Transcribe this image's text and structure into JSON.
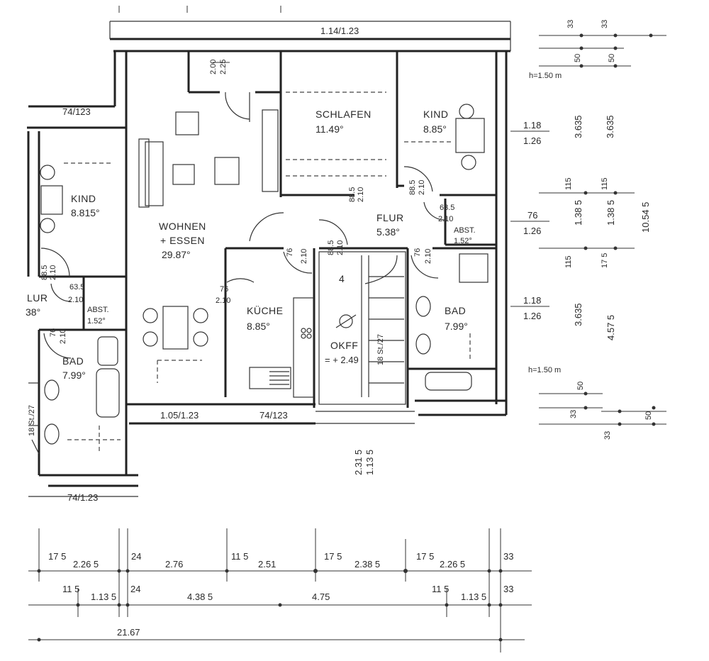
{
  "colors": {
    "ink": "#222222",
    "paper": "#ffffff"
  },
  "rooms": {
    "schlafen": {
      "name": "SCHLAFEN",
      "area": "11.49°"
    },
    "kind_top": {
      "name": "KIND",
      "area": "8.85°"
    },
    "kind_left": {
      "name": "KIND",
      "area": "8.815°"
    },
    "wohnen": {
      "name1": "WOHNEN",
      "name2": "+ ESSEN",
      "area": "29.87°"
    },
    "kueche": {
      "name": "KÜCHE",
      "area": "8.85°"
    },
    "bad_right": {
      "name": "BAD",
      "area": "7.99°"
    },
    "bad_left": {
      "name": "BAD",
      "area": "7.99°"
    },
    "flur": {
      "name": "FLUR",
      "area": "5.38°"
    },
    "flur_left": {
      "name": "LUR",
      "area": "38°"
    },
    "abst_right": {
      "name": "ABST.",
      "area": "1.52°"
    },
    "abst_left": {
      "name": "ABST.",
      "area": "1.52°"
    },
    "stair": {
      "name": "OKFF",
      "level": "= + 2.49"
    }
  },
  "labels": {
    "top_window": "1.14/1.23",
    "left_window": "74/123",
    "bottom_left_window": "74/1.23",
    "kitchen_window1": "1.05/1.23",
    "kitchen_window2": "74/123",
    "wc_door_a": "2.00",
    "wc_door_b": "2.25",
    "h_top": "h=1.50 m",
    "h_bottom": "h=1.50 m",
    "r_118a": "1.18",
    "r_126a": "1.26",
    "r_76": "76",
    "r_126b": "1.26",
    "r_118b": "1.18",
    "r_126c": "1.26",
    "v_3635a": "3.635",
    "v_3635b": "3.635",
    "v_1385a": "1.38 5",
    "v_1385b": "1.38 5",
    "v_1054": "10.54 5",
    "v_3635c": "3.635",
    "v_457": "4.57 5",
    "v_115a": "115",
    "v_115b": "115",
    "v_115c": "115",
    "v_175": "17 5",
    "v_33a": "33",
    "v_33b": "33",
    "v_50a": "50",
    "v_50b": "50",
    "v_33c": "33",
    "v_33d": "33",
    "v_50c": "50",
    "v_50d": "50",
    "door_885a": "88.5",
    "door_210a": "2.10",
    "door_885b": "88.5",
    "door_210b": "2.10",
    "door_885c": "88.5",
    "door_210c": "2.10",
    "door_885d": "88.5",
    "door_210d": "2.10",
    "door_635a": "63.5",
    "door_210e": "2.10",
    "door_635b": "63.5",
    "door_210f": "2.10",
    "door_76a": "76",
    "door_210g": "2.10",
    "door_76b": "76",
    "door_210h": "2.10",
    "door_76c": "76",
    "door_210i": "2.10",
    "door_76d": "76",
    "door_210j": "2.10",
    "stair_steps": "18 St./27",
    "stair_left": "18 St./27",
    "stair_num": "4",
    "mid_2315": "2.31 5",
    "mid_1135": "1.13 5",
    "b_175a": "17 5",
    "b_2265a": "2.26 5",
    "b_24a": "24",
    "b_276": "2.76",
    "b_115a": "11 5",
    "b_251": "2.51",
    "b_175b": "17 5",
    "b_2385": "2.38 5",
    "b_175c": "17 5",
    "b_2265b": "2.26 5",
    "b_33a": "33",
    "b_115b": "11 5",
    "b_1135a": "1.13 5",
    "b_24b": "24",
    "b_4385": "4.38 5",
    "b_475": "4.75",
    "b_115c": "11 5",
    "b_1135b": "1.13 5",
    "b_33b": "33",
    "b_2167": "21.67"
  }
}
